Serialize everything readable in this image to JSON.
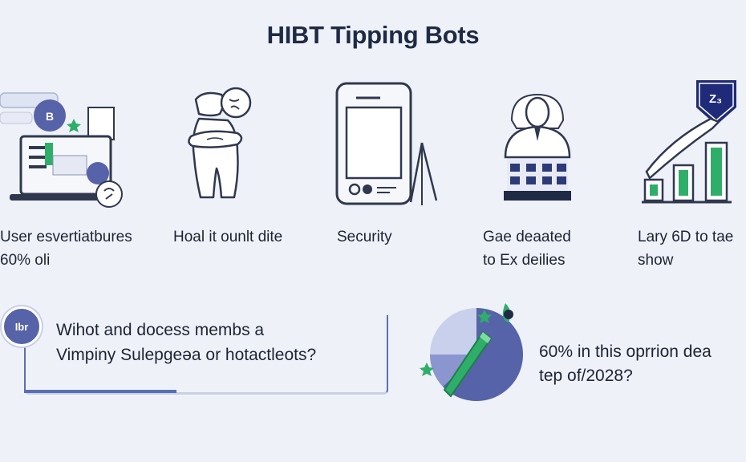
{
  "title": "HIBT Tipping Bots",
  "features": [
    {
      "icon": "laptop-chat-icon",
      "lines": [
        "User esvertiatbures",
        "60% oli"
      ]
    },
    {
      "icon": "person-hugging-icon",
      "lines": [
        "Hoal it ounlt dite"
      ]
    },
    {
      "icon": "phone-tripod-icon",
      "lines": [
        "Security"
      ]
    },
    {
      "icon": "building-figure-icon",
      "lines": [
        "Gae deaated",
        "to Ex deilies"
      ]
    },
    {
      "icon": "growth-chart-icon",
      "lines": [
        "Lary 6D to tae",
        "show"
      ]
    }
  ],
  "question": {
    "badge": "Ibr",
    "lines": [
      "Wihot and docess membs a",
      "Vimpiny Sulepgeǝa or hotactleots?"
    ]
  },
  "stat": {
    "lines": [
      "60% in this oprrion dea",
      "tep of/2028?"
    ]
  },
  "icon_labels": {
    "laptop_badge": "B",
    "chart_badge": "Z₃"
  },
  "colors": {
    "accent": "#5663a8",
    "green": "#2fae6a",
    "navy": "#1f2a44"
  }
}
